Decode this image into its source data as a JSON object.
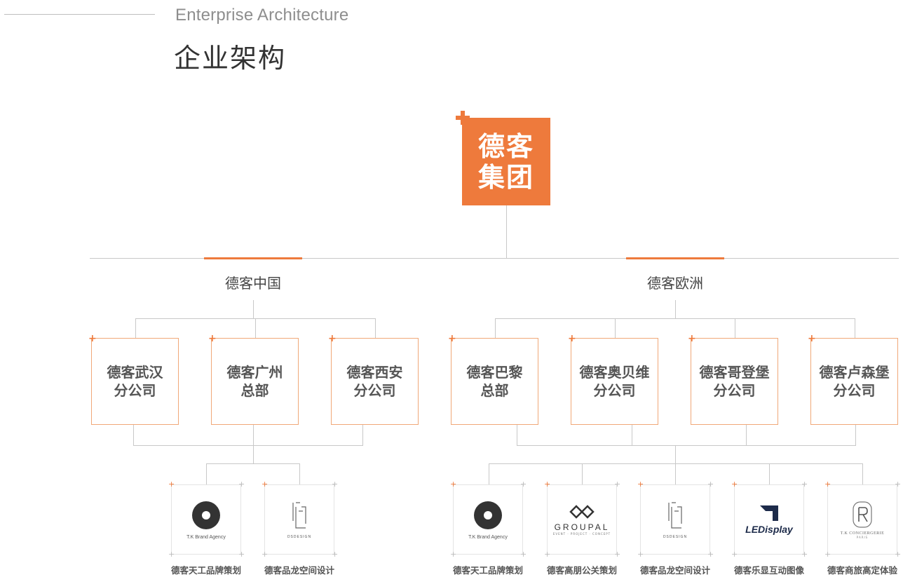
{
  "header": {
    "en_title": "Enterprise Architecture",
    "cn_title": "企业架构"
  },
  "root": {
    "line1": "德客",
    "line2": "集团"
  },
  "regions": [
    {
      "label": "德客中国"
    },
    {
      "label": "德客欧洲"
    }
  ],
  "branches": [
    {
      "line1": "德客武汉",
      "line2": "分公司"
    },
    {
      "line1": "德客广州",
      "line2": "总部"
    },
    {
      "line1": "德客西安",
      "line2": "分公司"
    },
    {
      "line1": "德客巴黎",
      "line2": "总部"
    },
    {
      "line1": "德客奥贝维",
      "line2": "分公司"
    },
    {
      "line1": "德客哥登堡",
      "line2": "分公司"
    },
    {
      "line1": "德客卢森堡",
      "line2": "分公司"
    }
  ],
  "subsidiaries": [
    {
      "caption": "德客天工品牌策划",
      "logo_text": "T.K Brand Agency",
      "logo_icon": "tk-brand-agency-logo"
    },
    {
      "caption": "德客品龙空间设计",
      "logo_text": "DSDESIGN",
      "logo_icon": "dsdesign-logo"
    },
    {
      "caption": "德客天工品牌策划",
      "logo_text": "T.K Brand Agency",
      "logo_icon": "tk-brand-agency-logo"
    },
    {
      "caption": "德客高朋公关策划",
      "logo_text": "GROUPAL",
      "logo_sub": "EVENT · PROJECT · CONCEPT",
      "logo_icon": "groupal-logo"
    },
    {
      "caption": "德客品龙空间设计",
      "logo_text": "DSDESIGN",
      "logo_icon": "dsdesign-logo"
    },
    {
      "caption": "德客乐显互动图像",
      "logo_text": "LEDisplay",
      "logo_icon": "ledisplay-logo"
    },
    {
      "caption": "德客商旅高定体验",
      "logo_text": "T.K CONCIERGERIE",
      "logo_sub": "PARIS",
      "logo_icon": "tk-conciergerie-logo"
    }
  ],
  "colors": {
    "accent": "#ee7a3c",
    "line": "#c8c8c8",
    "text": "#555555"
  }
}
